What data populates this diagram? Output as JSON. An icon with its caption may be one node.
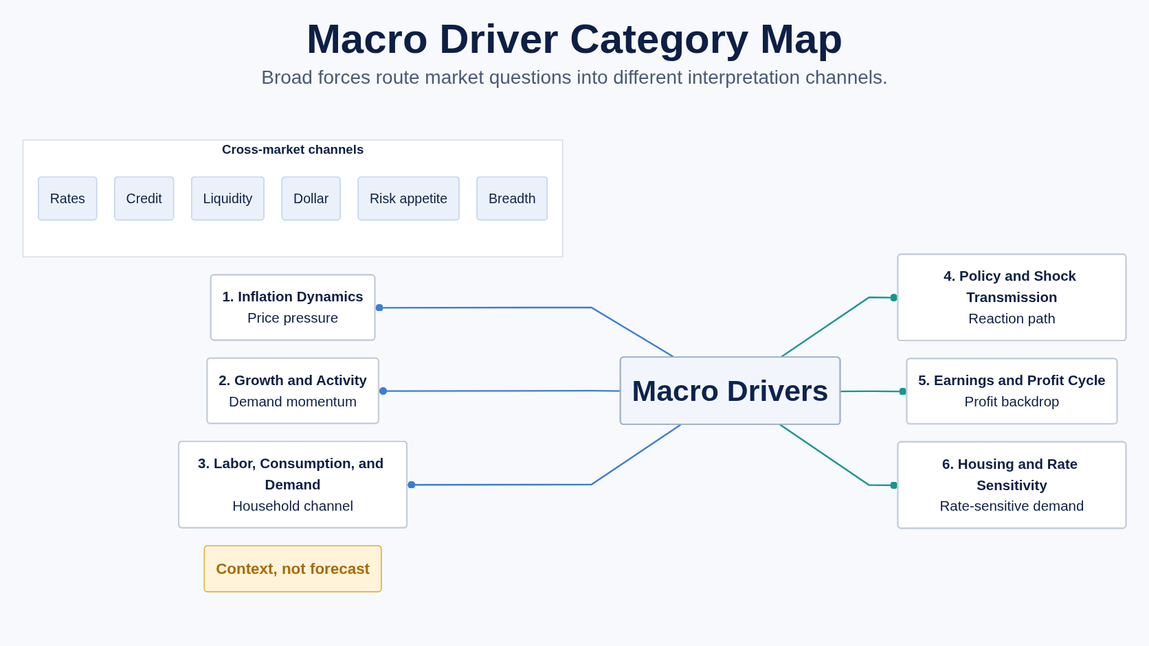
{
  "diagram": {
    "title": "Macro Driver Category Map",
    "nodes": [
      {
        "text": [
          "1. Inflation Dynamics",
          "Price pressure"
        ]
      },
      {
        "text": [
          "2. Growth and Activity",
          "Demand momentum"
        ]
      },
      {
        "text": [
          "3. Labor, Consumption, and Demand",
          "Household channel"
        ]
      },
      {
        "text": [
          "Macro Drivers"
        ]
      },
      {
        "text": [
          "4. Policy and Shock Transmission",
          "Reaction path"
        ]
      },
      {
        "text": [
          "5. Earnings and Profit Cycle",
          "Profit backdrop"
        ]
      },
      {
        "text": [
          "6. Housing and Rate Sensitivity",
          "Rate-sensitive demand"
        ]
      },
      {
        "text": [
          "Cross-market channels"
        ]
      },
      {
        "text": [
          "Rates"
        ],
        "in": 7
      },
      {
        "text": [
          "Credit"
        ],
        "in": 7
      },
      {
        "text": [
          "Liquidity"
        ],
        "in": 7
      },
      {
        "text": [
          "Dollar"
        ],
        "in": 7
      },
      {
        "text": [
          "Risk appetite"
        ],
        "in": 7
      },
      {
        "text": [
          "Breadth"
        ],
        "in": 7
      },
      {
        "text": [
          "Context, not forecast"
        ]
      }
    ],
    "edges": [
      {
        "from": 3,
        "to": 0,
        "arrow": "other",
        "color": "#3b7dd8"
      },
      {
        "from": 3,
        "to": 1,
        "arrow": "other",
        "color": "#3b7dd8"
      },
      {
        "from": 3,
        "to": 2,
        "arrow": "other",
        "color": "#3b7dd8"
      },
      {
        "from": 3,
        "to": 4,
        "arrow": "other",
        "color": "#17958f"
      },
      {
        "from": 3,
        "to": 5,
        "arrow": "other",
        "color": "#17958f"
      },
      {
        "from": 3,
        "to": 6,
        "arrow": "other",
        "color": "#17958f"
      }
    ],
    "labels": [
      "Broad forces route market questions into different interpretation channels."
    ]
  }
}
